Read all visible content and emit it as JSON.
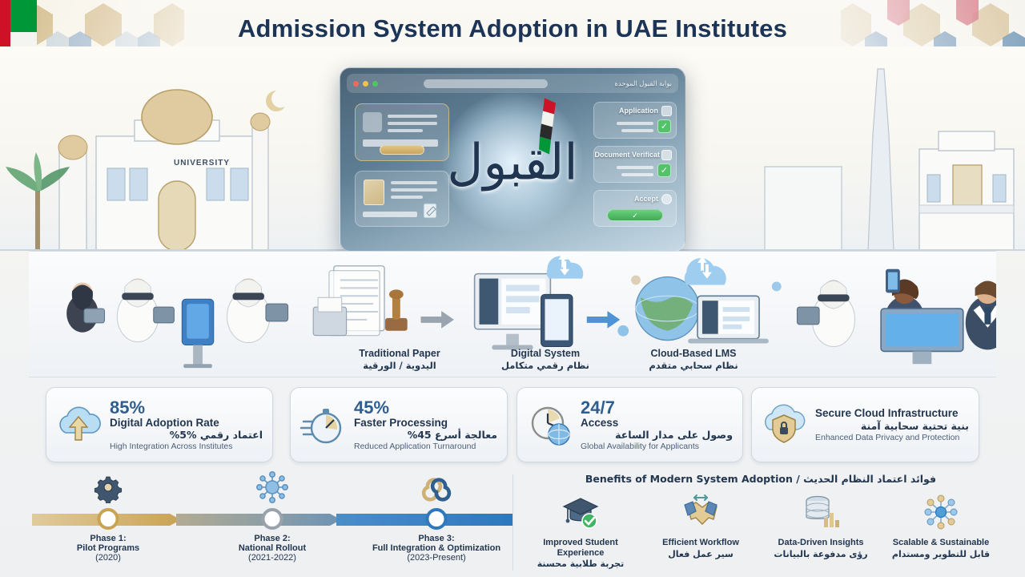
{
  "title": "Admission System Adoption in UAE Institutes",
  "hero": {
    "building_label": "UNIVERSITY",
    "browser": {
      "portal_name_ar": "بوابة القبول الموحدة",
      "calligraphy_ar": "القبول",
      "traffic_lights": [
        "close-dot",
        "minimize-dot",
        "maximize-dot"
      ],
      "steps": [
        {
          "label": "Application",
          "icon": "edit-icon",
          "state_icon": "check-icon"
        },
        {
          "label": "Document Verificat",
          "icon": "id-card-icon",
          "state_icon": "check-icon"
        },
        {
          "label": "Accept",
          "icon": "shield-icon",
          "button_icon": "check-icon"
        }
      ],
      "profile_card_icon": "user-avatar-icon",
      "document_card_icon": "document-icon"
    }
  },
  "flow": {
    "stages": [
      {
        "en": "Traditional Paper",
        "ar": "اليدوية / الورقية",
        "icon": "paper-stack-icon"
      },
      {
        "en": "Digital System",
        "ar": "نظام رقمي متكامل",
        "icon": "desktop-tablet-icon"
      },
      {
        "en": "Cloud-Based LMS",
        "ar": "نظام سحابي متقدم",
        "icon": "globe-laptop-cloud-icon"
      }
    ]
  },
  "stats": [
    {
      "value": "85%",
      "en": "Digital Adoption Rate",
      "ar": "اعتماد رقمي %5%",
      "sub": "High Integration Across Institutes",
      "icon": "cloud-upload-icon"
    },
    {
      "value": "45%",
      "en": "Faster Processing",
      "ar": "معالجة أسرع 45%",
      "sub": "Reduced Application Turnaround",
      "icon": "stopwatch-icon"
    },
    {
      "value": "24/7",
      "en": "Access",
      "ar": "وصول على مدار الساعة",
      "sub": "Global Availability for Applicants",
      "icon": "clock-globe-icon"
    },
    {
      "value": "",
      "en": "Secure Cloud Infrastructure",
      "ar": "بنية تحتية سحابية آمنة",
      "sub": "Enhanced Data Privacy and Protection",
      "icon": "cloud-lock-shield-icon"
    }
  ],
  "timeline": {
    "phases": [
      {
        "name": "Phase 1:",
        "title": "Pilot Programs",
        "years": "(2020)",
        "icon": "gear-icon",
        "color": "#c9a354"
      },
      {
        "name": "Phase 2:",
        "title": "National Rollout",
        "years": "(2021-2022)",
        "icon": "network-globe-icon",
        "color": "#8f9aa3"
      },
      {
        "name": "Phase 3:",
        "title": "Full Integration & Optimization",
        "years": "(2023-Present)",
        "icon": "infinity-icon",
        "color": "#2f78bd"
      }
    ]
  },
  "benefits": {
    "heading": "فوائد اعتماد النظام الحديث / Benefits of Modern System Adoption",
    "items": [
      {
        "en": "Improved Student Experience",
        "ar": "تجربة طلابية محسنة",
        "icon": "graduation-cap-check-icon"
      },
      {
        "en": "Efficient Workflow",
        "ar": "سير عمل فعال",
        "icon": "handshake-icon"
      },
      {
        "en": "Data-Driven Insights",
        "ar": "رؤى مدفوعة بالبيانات",
        "icon": "database-chart-icon"
      },
      {
        "en": "Scalable & Sustainable",
        "ar": "قابل للتطوير ومستدام",
        "icon": "network-nodes-icon"
      }
    ]
  },
  "colors": {
    "title": "#1c3557",
    "accent_blue": "#2e5d8e",
    "accent_gold": "#c9a354",
    "uae_red": "#CE1126",
    "uae_green": "#009739",
    "uae_black": "#1a1a1a"
  }
}
